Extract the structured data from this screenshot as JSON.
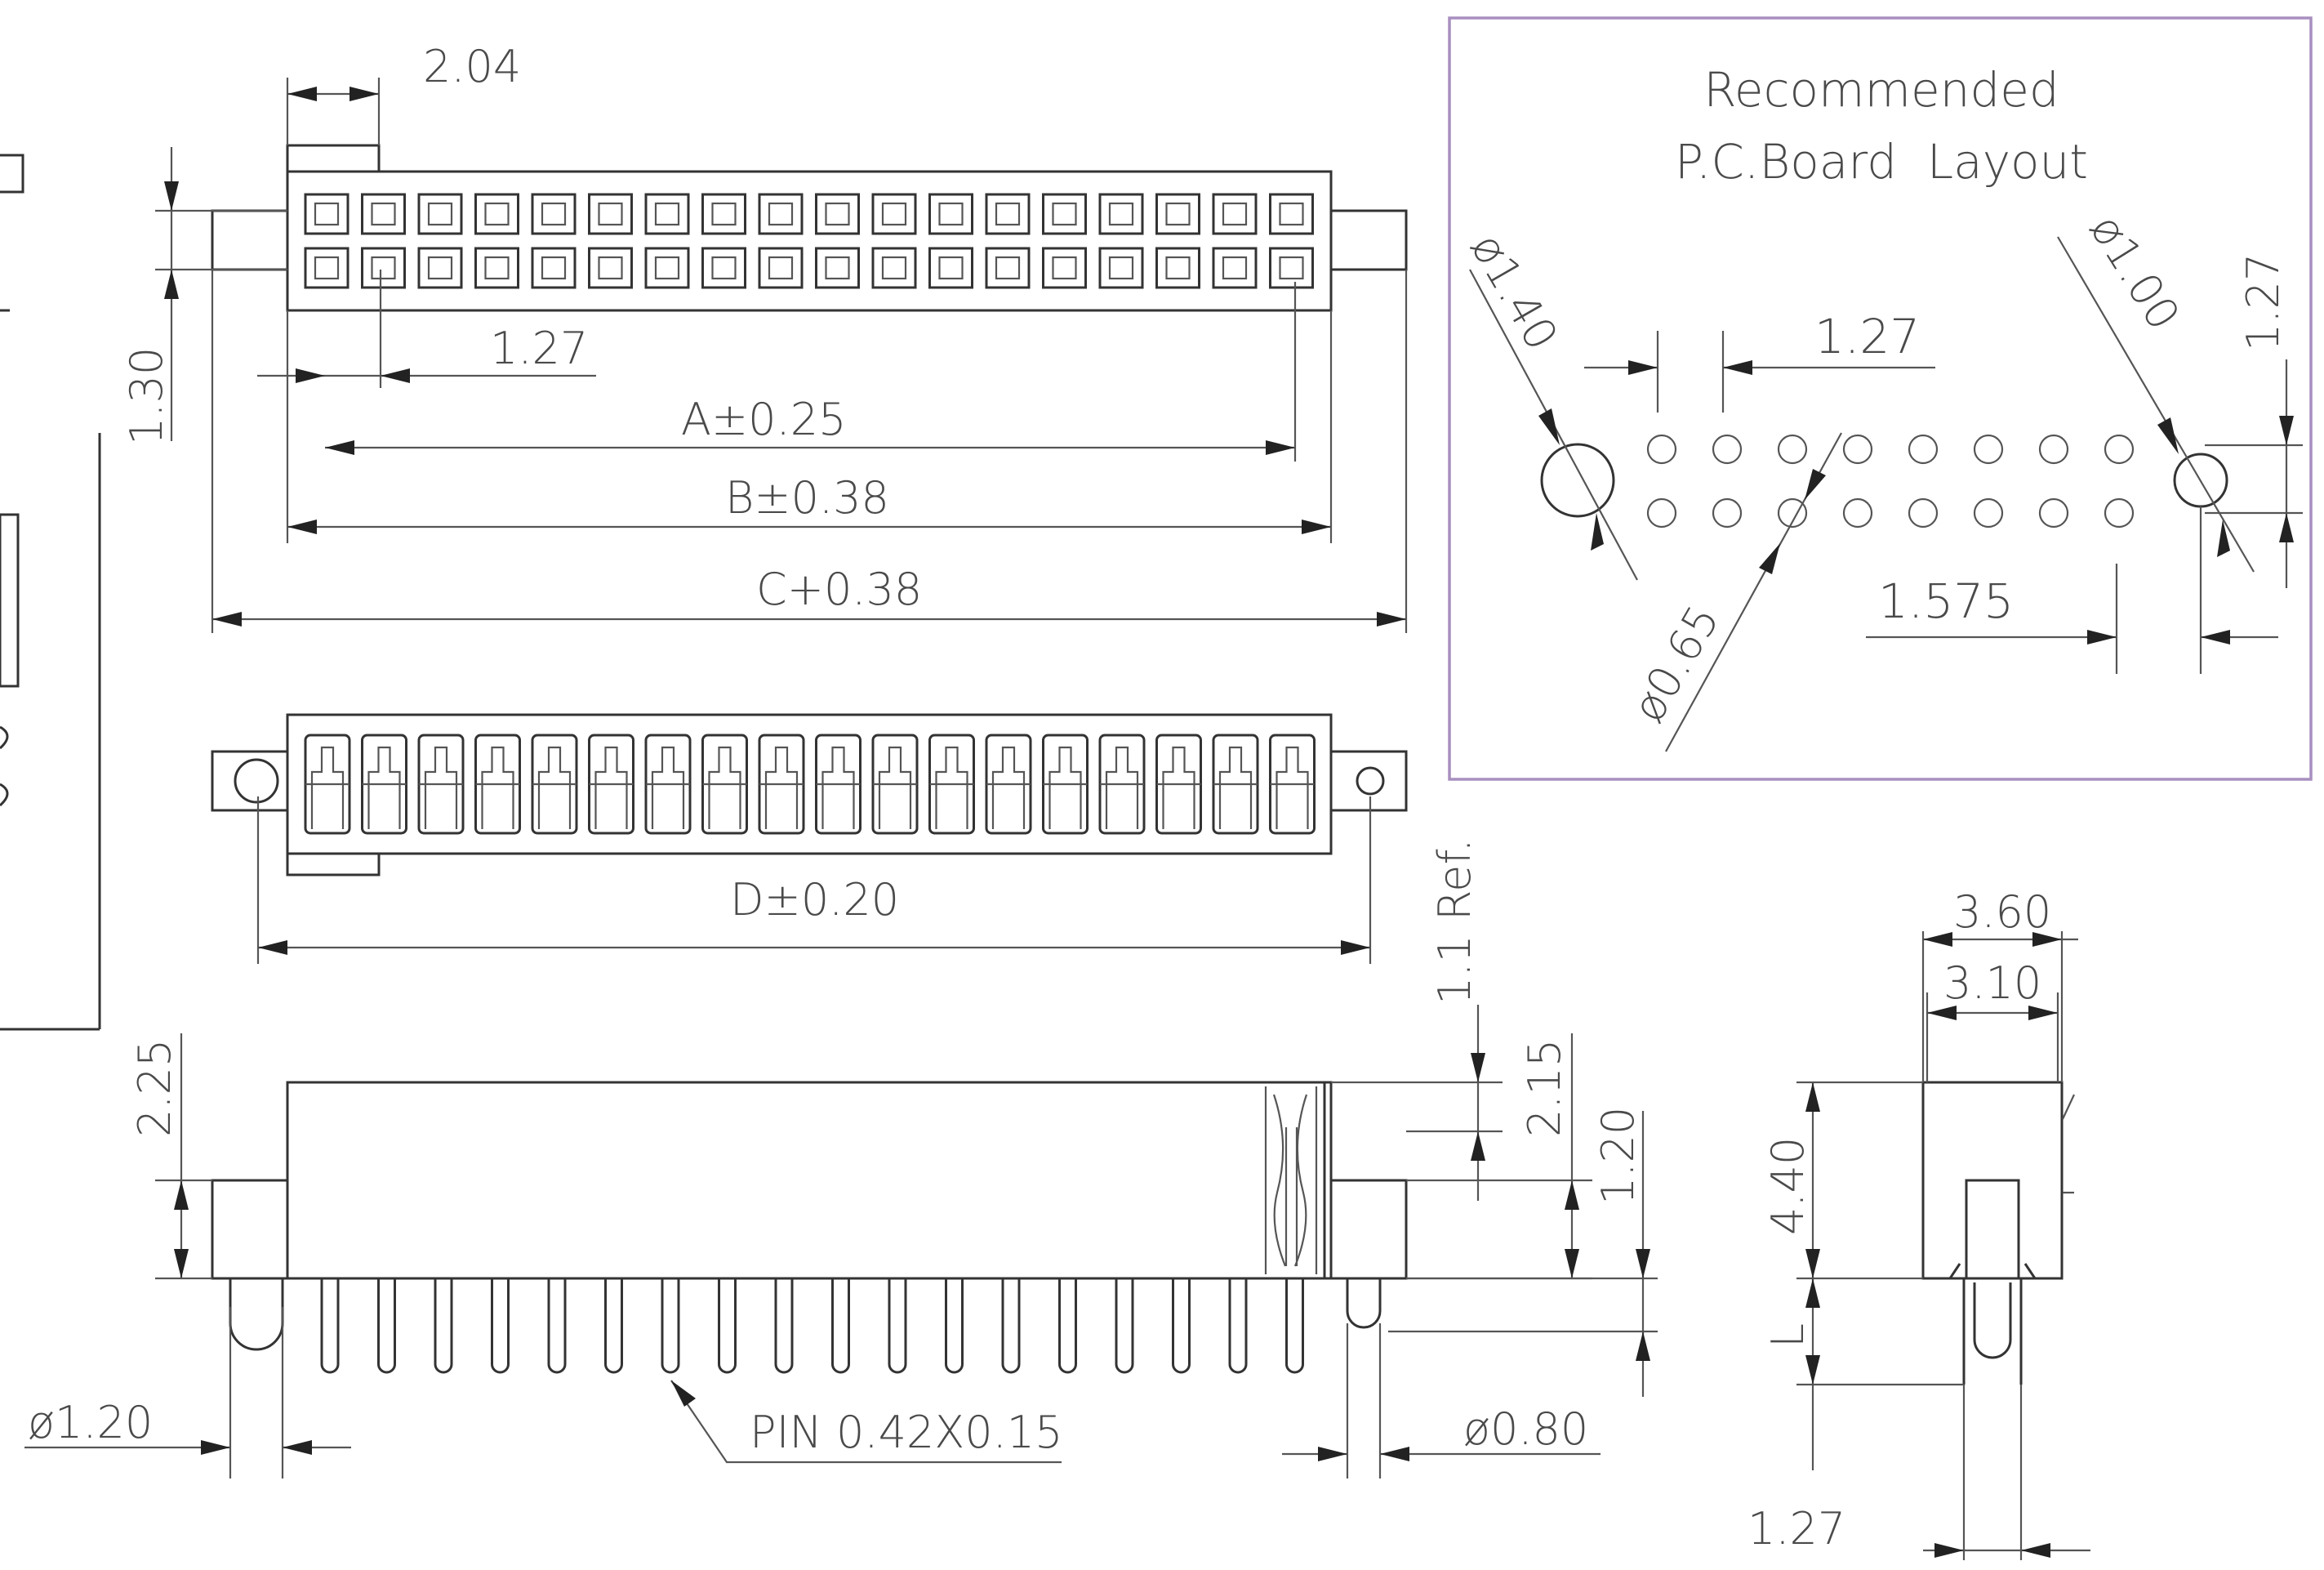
{
  "dims": {
    "w204": "2.04",
    "p127_top": "1.27",
    "h130": "1.30",
    "a": "A±0.25",
    "b": "B±0.38",
    "c": "C+0.38",
    "d": "D±0.20",
    "ref": "1.1 Ref.",
    "h225": "2.25",
    "h215": "2.15",
    "h120": "1.20",
    "dia120": "ø1.20",
    "pin": "PIN 0.42X0.15",
    "dia080": "ø0.80",
    "w360": "3.60",
    "w310": "3.10",
    "h440": "4.40",
    "L": "L",
    "p127_side": "1.27"
  },
  "pcb": {
    "title_line1": "Recommended",
    "title_line2": "P.C.Board  Layout",
    "dia140": "ø1.40",
    "dia100": "ø1.00",
    "dia065": "ø0.65",
    "pitch": "1.27",
    "h127": "1.27",
    "d1575": "1.575",
    "border_color": "#a98fc0"
  },
  "connector": {
    "positions_per_row": 18,
    "rows": 2
  }
}
